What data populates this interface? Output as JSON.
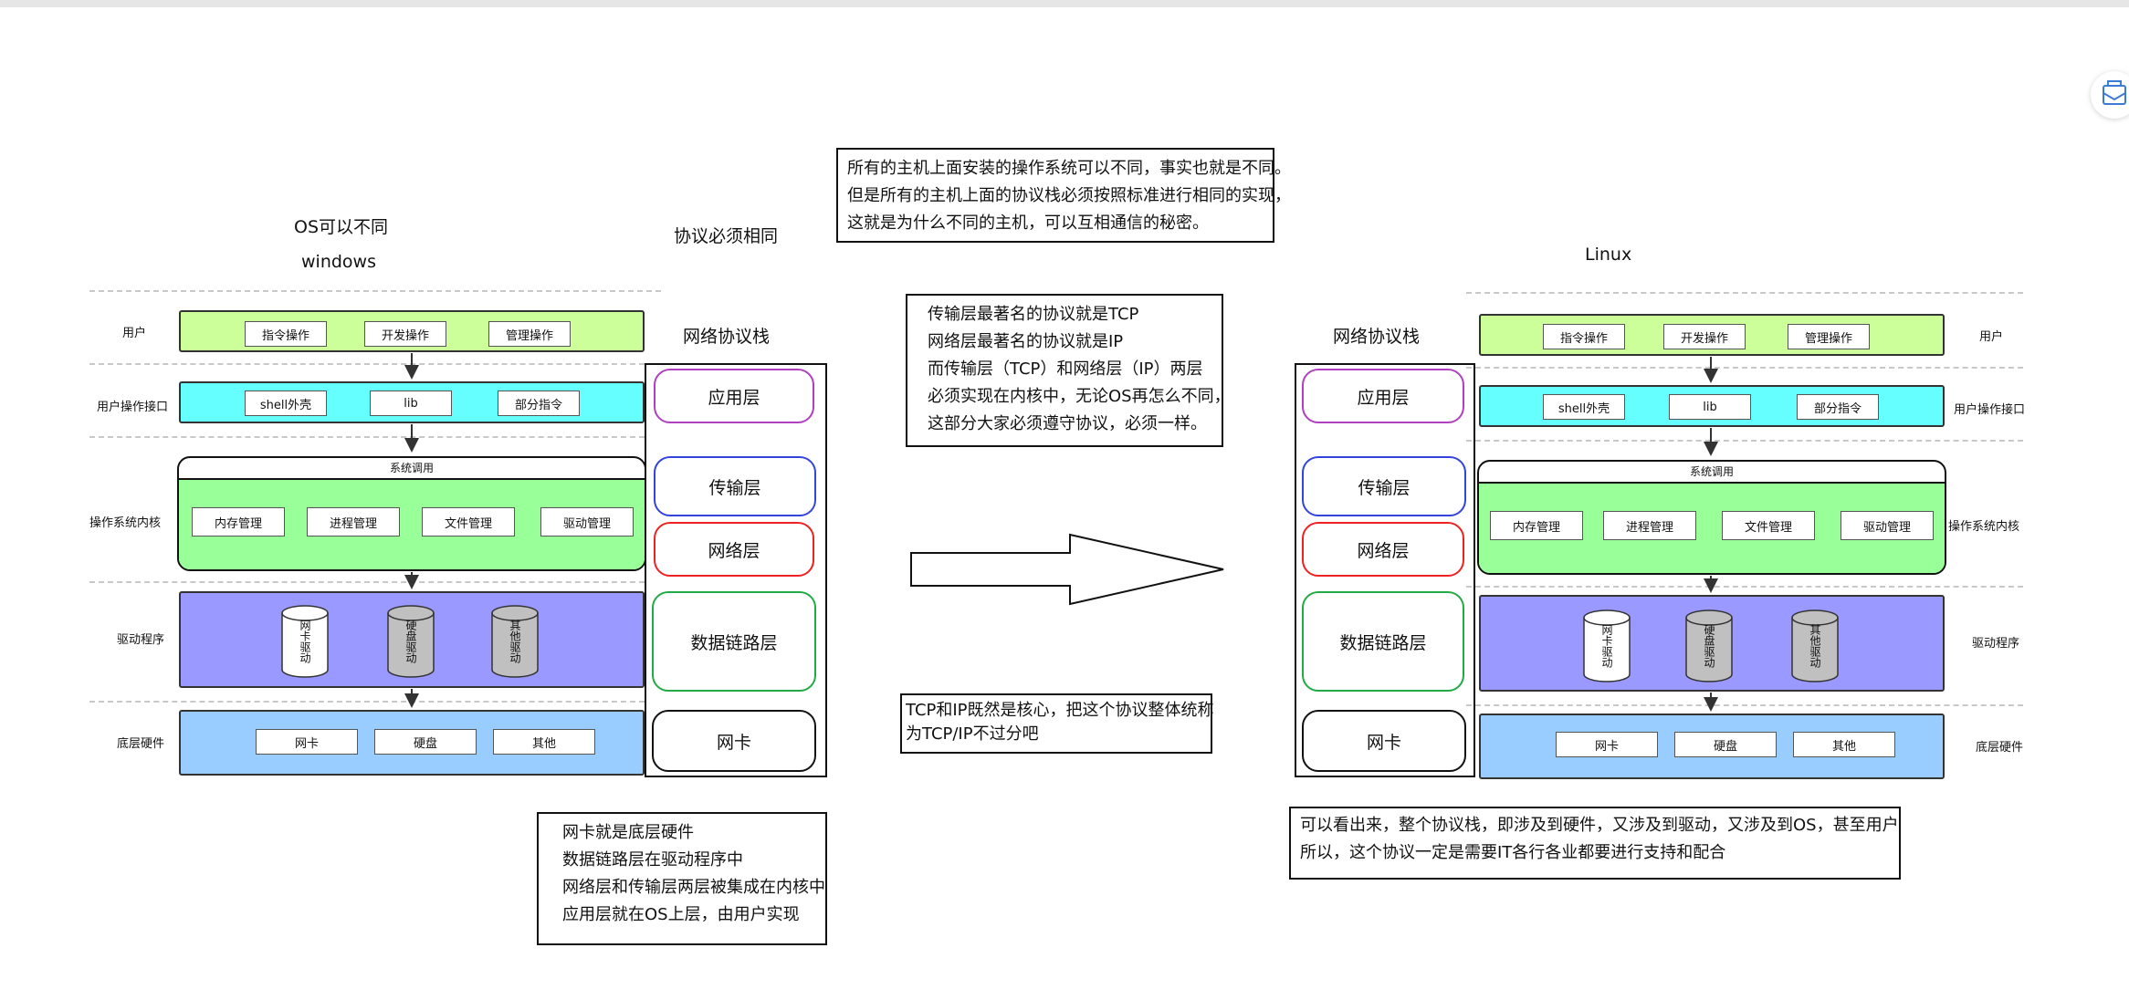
{
  "left": {
    "os_title": "OS可以不同",
    "os_name": "windows",
    "protocol_title": "协议必须相同",
    "stack_title": "网络协议栈",
    "rows": {
      "user": "用户",
      "user_interface": "用户操作接口",
      "kernel": "操作系统内核",
      "driver": "驱动程序",
      "hardware": "底层硬件"
    },
    "user_items": [
      "指令操作",
      "开发操作",
      "管理操作"
    ],
    "interface_items": [
      "shell外壳",
      "lib",
      "部分指令"
    ],
    "syscall": "系统调用",
    "kernel_items": [
      "内存管理",
      "进程管理",
      "文件管理",
      "驱动管理"
    ],
    "drivers": [
      "网卡驱动",
      "硬盘驱动",
      "其他驱动"
    ],
    "hardware_items": [
      "网卡",
      "硬盘",
      "其他"
    ],
    "stack": [
      "应用层",
      "传输层",
      "网络层",
      "数据链路层",
      "网卡"
    ]
  },
  "right": {
    "os_name": "Linux",
    "stack_title": "网络协议栈",
    "rows": {
      "user": "用户",
      "user_interface": "用户操作接口",
      "kernel": "操作系统内核",
      "driver": "驱动程序",
      "hardware": "底层硬件"
    },
    "user_items": [
      "指令操作",
      "开发操作",
      "管理操作"
    ],
    "interface_items": [
      "shell外壳",
      "lib",
      "部分指令"
    ],
    "syscall": "系统调用",
    "kernel_items": [
      "内存管理",
      "进程管理",
      "文件管理",
      "驱动管理"
    ],
    "drivers": [
      "网卡驱动",
      "硬盘驱动",
      "其他驱动"
    ],
    "hardware_items": [
      "网卡",
      "硬盘",
      "其他"
    ],
    "stack": [
      "应用层",
      "传输层",
      "网络层",
      "数据链路层",
      "网卡"
    ]
  },
  "notes": {
    "top": [
      "所有的主机上面安装的操作系统可以不同，事实也就是不同。",
      "但是所有的主机上面的协议栈必须按照标准进行相同的实现，",
      "这就是为什么不同的主机，可以互相通信的秘密。"
    ],
    "tcpip": [
      "传输层最著名的协议就是TCP",
      "网络层最著名的协议就是IP",
      "而传输层（TCP）和网络层（IP）两层",
      "必须实现在内核中，无论OS再怎么不同，",
      "这部分大家必须遵守协议，必须一样。"
    ],
    "core": [
      "TCP和IP既然是核心，把这个协议整体统称",
      "为TCP/IP不过分吧"
    ],
    "layers": [
      "网卡就是底层硬件",
      "数据链路层在驱动程序中",
      "网络层和传输层两层被集成在内核中",
      "应用层就在OS上层，由用户实现"
    ],
    "bottom_right": [
      "可以看出来，整个协议栈，即涉及到硬件，又涉及到驱动，又涉及到OS，甚至用户",
      "所以，这个协议一定是需要IT各行各业都要进行支持和配合"
    ]
  },
  "colors": {
    "user_layer": "#ccff99",
    "interface_layer": "#66ffff",
    "kernel_layer": "#99ff99",
    "driver_layer": "#9999ff",
    "hardware_layer": "#99ccff",
    "app_border": "#b040c0",
    "transport_border": "#3344dd",
    "network_border": "#ee2222",
    "datalink_border": "#22aa44",
    "nic_border": "#111111"
  },
  "icons": [
    "arrow-right-icon",
    "mail-icon"
  ]
}
